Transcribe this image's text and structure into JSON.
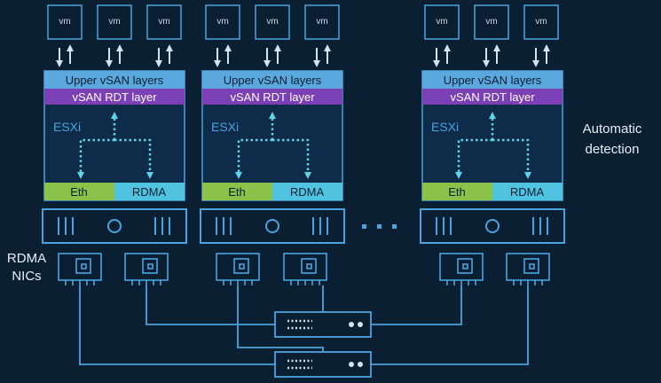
{
  "labels": {
    "vm": "vm",
    "upper_layers": "Upper vSAN layers",
    "rdt_layer": "vSAN RDT layer",
    "esxi": "ESXi",
    "eth": "Eth",
    "rdma": "RDMA",
    "left_side": [
      "RDMA",
      "NICs"
    ],
    "right_side": [
      "Automatic",
      "detection"
    ]
  },
  "icons": {
    "arrows": "up-down-arrows-icon",
    "server": "server-chassis-icon",
    "nic": "network-card-icon",
    "switch": "network-switch-icon",
    "ellipsis": "ellipsis-icon"
  },
  "colors": {
    "background": "#0b1f33",
    "line": "#4aa3de",
    "upper_layers": "#5aa8dd",
    "rdt_layer": "#7b3fb6",
    "esxi_panel": "#0e2c4a",
    "eth": "#8bc34a",
    "rdma": "#4fc3e0",
    "dotted_arrow": "#5fd4e6"
  }
}
